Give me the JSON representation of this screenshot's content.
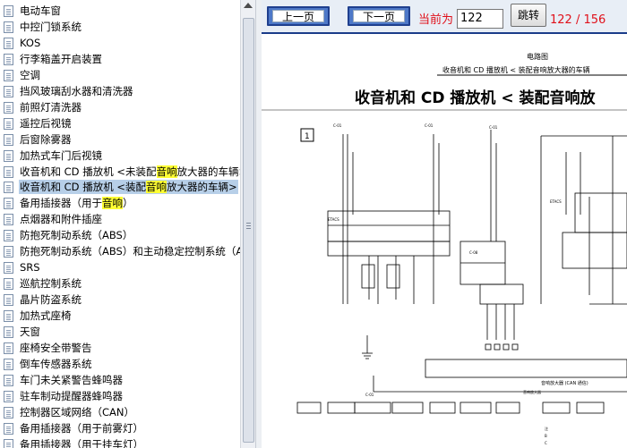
{
  "tree": {
    "items": [
      {
        "parts": [
          {
            "t": "电动车窗"
          }
        ]
      },
      {
        "parts": [
          {
            "t": "中控门锁系统"
          }
        ]
      },
      {
        "parts": [
          {
            "t": "KOS"
          }
        ]
      },
      {
        "parts": [
          {
            "t": "行李箱盖开启装置"
          }
        ]
      },
      {
        "parts": [
          {
            "t": "空调"
          }
        ]
      },
      {
        "parts": [
          {
            "t": "挡风玻璃刮水器和清洗器"
          }
        ]
      },
      {
        "parts": [
          {
            "t": "前照灯清洗器"
          }
        ]
      },
      {
        "parts": [
          {
            "t": "遥控后视镜"
          }
        ]
      },
      {
        "parts": [
          {
            "t": "后窗除雾器"
          }
        ]
      },
      {
        "parts": [
          {
            "t": "加热式车门后视镜"
          }
        ]
      },
      {
        "parts": [
          {
            "t": "收音机和 CD 播放机 <未装配"
          },
          {
            "t": "音响",
            "hl": true
          },
          {
            "t": "放大器的车辆>"
          }
        ]
      },
      {
        "parts": [
          {
            "t": "收音机和 CD 播放机 <装配"
          },
          {
            "t": "音响",
            "hl": true
          },
          {
            "t": "放大器的车辆>"
          }
        ],
        "selected": true
      },
      {
        "parts": [
          {
            "t": "备用插接器（用于"
          },
          {
            "t": "音响",
            "hl": true
          },
          {
            "t": "）"
          }
        ]
      },
      {
        "parts": [
          {
            "t": "点烟器和附件插座"
          }
        ]
      },
      {
        "parts": [
          {
            "t": "防抱死制动系统（ABS）"
          }
        ]
      },
      {
        "parts": [
          {
            "t": "防抱死制动系统（ABS）和主动稳定控制系统（A"
          }
        ]
      },
      {
        "parts": [
          {
            "t": "SRS"
          }
        ]
      },
      {
        "parts": [
          {
            "t": "巡航控制系统"
          }
        ]
      },
      {
        "parts": [
          {
            "t": "晶片防盗系统"
          }
        ]
      },
      {
        "parts": [
          {
            "t": "加热式座椅"
          }
        ]
      },
      {
        "parts": [
          {
            "t": "天窗"
          }
        ]
      },
      {
        "parts": [
          {
            "t": "座椅安全带警告"
          }
        ]
      },
      {
        "parts": [
          {
            "t": "倒车传感器系统"
          }
        ]
      },
      {
        "parts": [
          {
            "t": "车门未关紧警告蜂鸣器"
          }
        ]
      },
      {
        "parts": [
          {
            "t": "驻车制动提醒器蜂鸣器"
          }
        ]
      },
      {
        "parts": [
          {
            "t": "控制器区域网络（CAN）"
          }
        ]
      },
      {
        "parts": [
          {
            "t": "备用插接器（用于前雾灯）"
          }
        ]
      },
      {
        "parts": [
          {
            "t": "备用插接器（用于挂车灯）"
          }
        ]
      }
    ]
  },
  "nav": {
    "prev_label": "上一页",
    "next_label": "下一页",
    "current_label": "当前为",
    "page_value": "122",
    "goto_label": "跳转",
    "page_count": "122 / 156"
  },
  "diagram": {
    "header_small": "电路图",
    "header_sub": "收音机和 CD 播放机 < 装配音响放大器的车辆",
    "title": "收音机和 CD 播放机 < 装配音响放",
    "box_number": "1",
    "bottom_label": "音响放大器 (CAN 通信)"
  },
  "colors": {
    "accent": "#1a3c8a",
    "button_blue": "#4d78c8",
    "page_red": "#e0101a",
    "highlight": "#ffff33",
    "selection": "#b7cfe8"
  }
}
